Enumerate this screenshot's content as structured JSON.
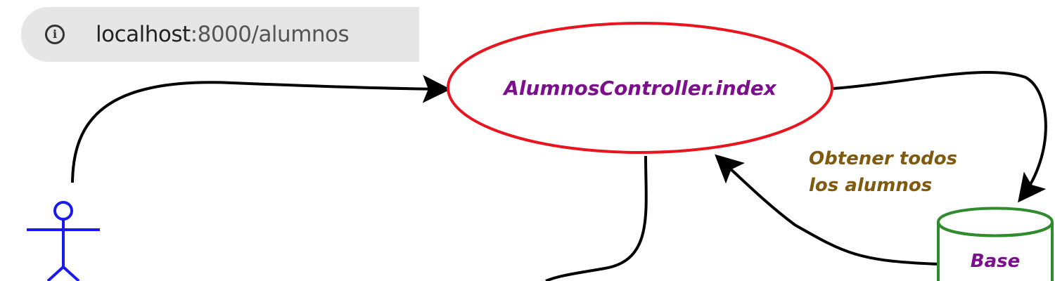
{
  "browser": {
    "url_host": "localhost",
    "url_rest": ":8000/alumnos",
    "info_icon": "info-circle-icon"
  },
  "diagram": {
    "controller_label": "AlumnosController.index",
    "query_label_line1": "Obtener todos",
    "query_label_line2": "los alumnos",
    "database_label": "Base",
    "colors": {
      "controller_stroke": "#e8141e",
      "label_purple": "#7b0f8c",
      "query_text": "#7f5a0f",
      "database_stroke": "#2e8b2e",
      "actor": "#1a1aee",
      "arrow": "#000000"
    }
  }
}
